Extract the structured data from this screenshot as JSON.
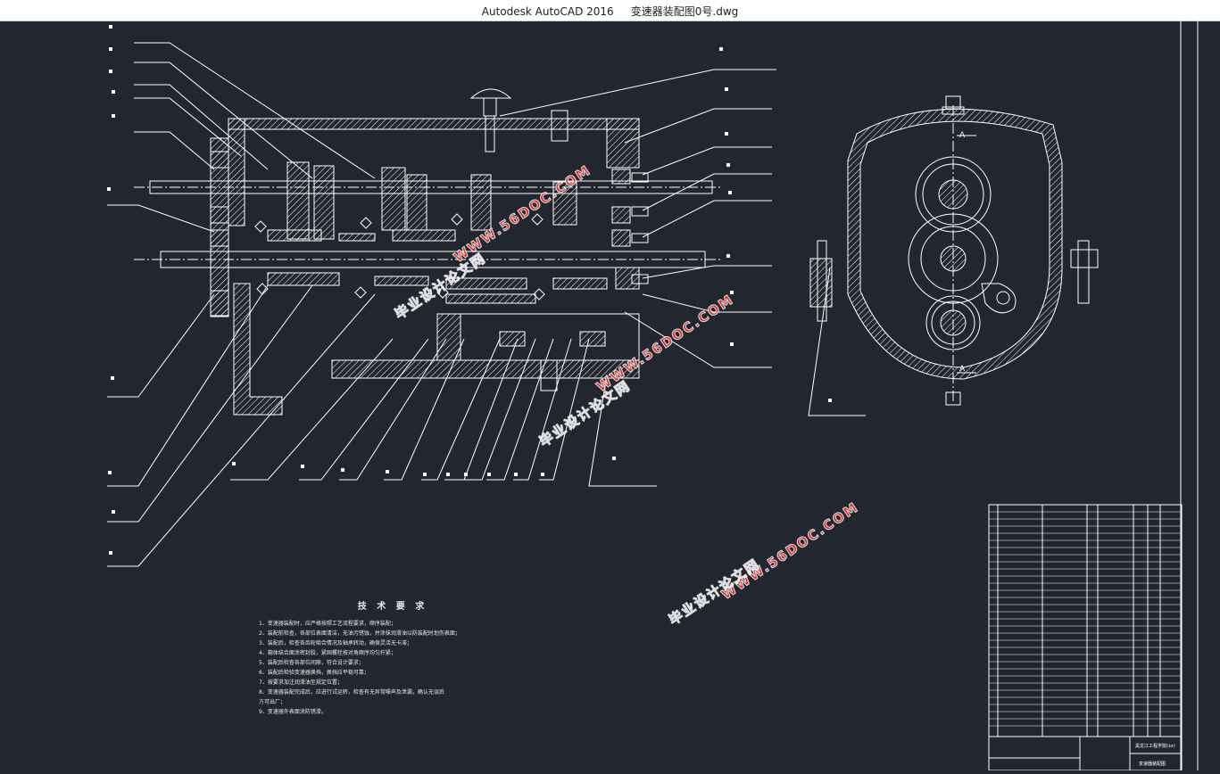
{
  "window": {
    "app_name": "Autodesk AutoCAD 2016",
    "file_name": "变速器装配图0号.dwg"
  },
  "drawing": {
    "section_label_top": "A",
    "section_label_bottom": "A",
    "tech_requirements": {
      "heading": "技 术 要 求",
      "items": [
        "1、变速器装配时，应严格按照工艺流程要求，顺序装配；",
        "2、装配前检查，各部位表面清洁，无油污锈蚀，并涂抹润滑油以防装配时划伤表面；",
        "3、装配后，检查各齿轮啮合情况及轴承转动，确保灵活无卡滞；",
        "4、箱体结合面涂密封胶，紧固螺栓按对角顺序均匀拧紧；",
        "5、装配后检查各部位间隙，符合设计要求；",
        "6、装配后检验变速器换挡，换挡应平稳可靠；",
        "7、按要求加注润滑油至规定位置；",
        "8、变速器装配完成后，应进行试运转，检查有无异常噪声及泄漏，确认无误后",
        "   方可出厂；",
        "9、变速器外表面涂防锈漆。"
      ]
    },
    "title_block": {
      "school": "黑龙江工程学院(xx)",
      "drawing_name": "变速器装配图"
    }
  },
  "watermarks": [
    {
      "url": "WWW.56DOC.COM",
      "cn": "毕业设计论文网"
    },
    {
      "url": "WWW.56DOC.COM",
      "cn": "毕业设计论文网"
    },
    {
      "url": "WWW.56DOC.COM",
      "cn": "毕业设计论文网"
    }
  ],
  "colors": {
    "background": "#21262f",
    "line": "#ffffff",
    "watermark": "#ff3b3b"
  }
}
